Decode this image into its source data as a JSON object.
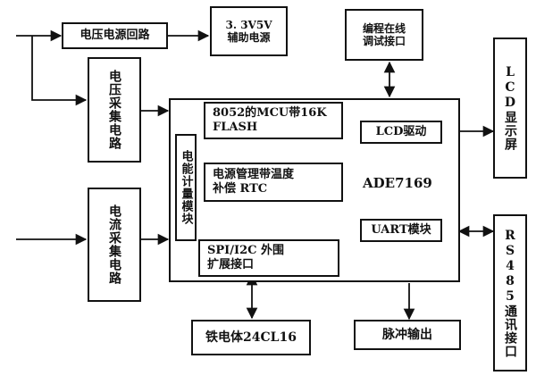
{
  "blocks": {
    "voltage_source_circuit": "电压电源回路",
    "aux_power": "3. 3V5V\n辅助电源",
    "debug_interface": "编程在线\n调试接口",
    "lcd_screen": "LCD显示屏",
    "voltage_sampling": "电压采集电路",
    "current_sampling": "电流采集电路",
    "energy_module": "电能计量模块",
    "mcu": "8052的MCU带16K\nFLASH",
    "power_mgmt": "电源管理带温度\n补偿 RTC",
    "spi_i2c": "SPI/I2C 外围\n扩展接口",
    "lcd_driver": "LCD驱动",
    "chip_name": "ADE7169",
    "uart_module": "UART模块",
    "eeprom": "铁电体24CL16",
    "pulse_output": "脉冲输出",
    "rs485": "RS485通讯接口"
  },
  "colors": {
    "line": "#111111",
    "background": "#ffffff"
  }
}
